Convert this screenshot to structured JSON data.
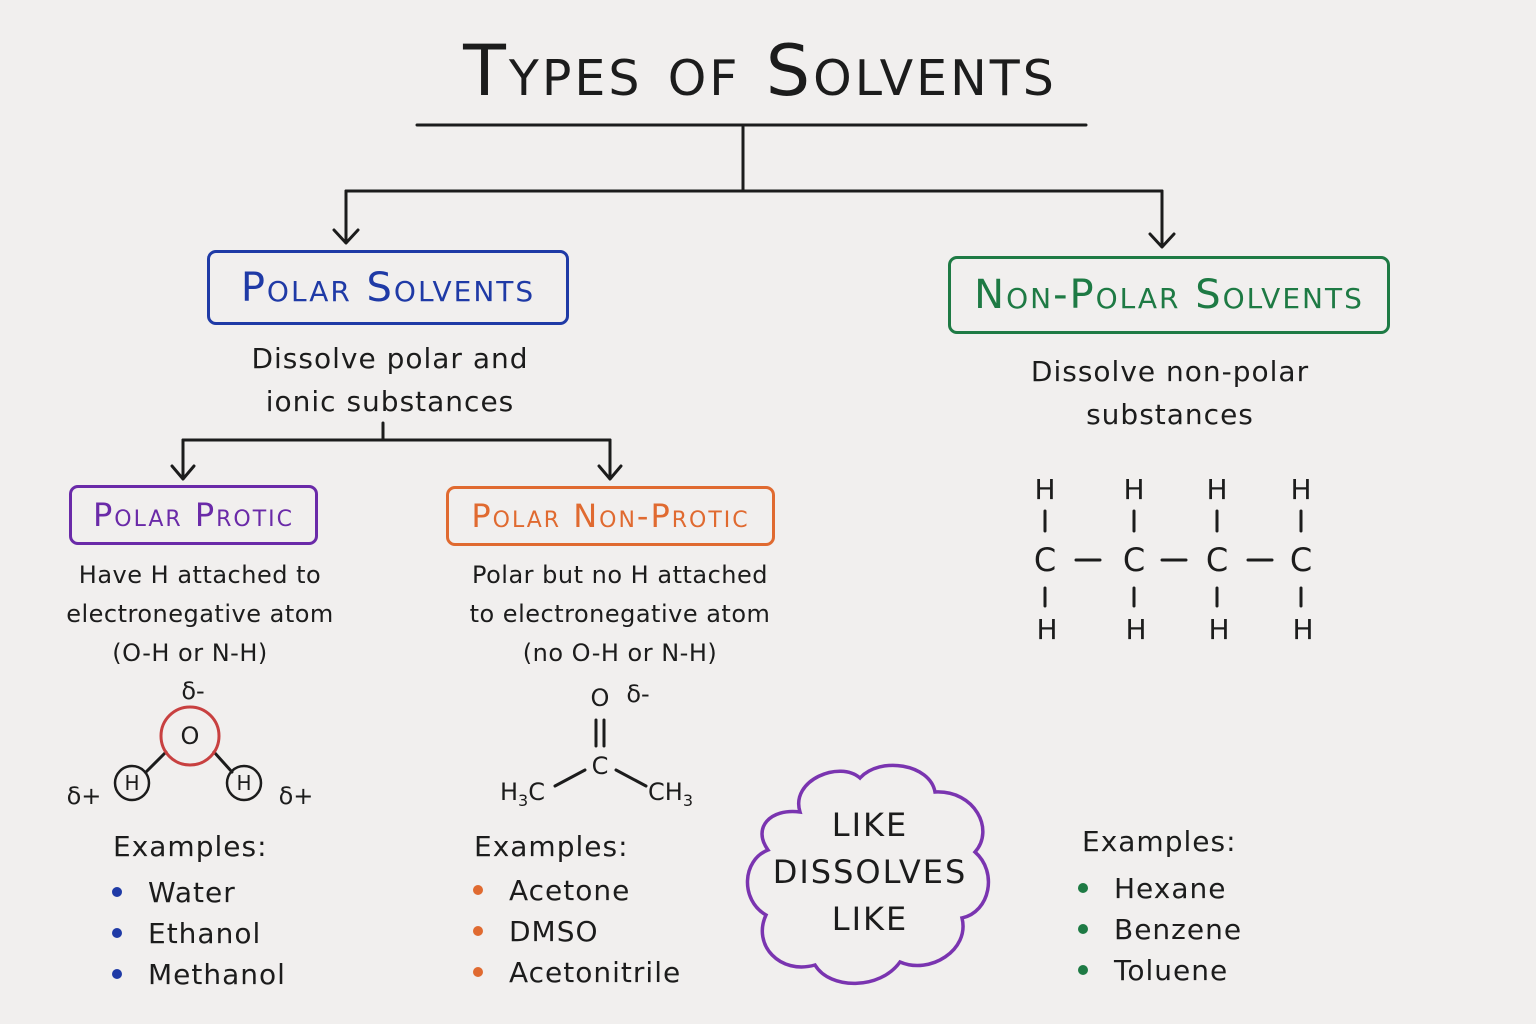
{
  "title": "Types of Solvents",
  "colors": {
    "polar": "#1f3aa6",
    "nonpolar": "#1e7a44",
    "protic": "#6a2aa8",
    "nonprotic": "#e06a30",
    "oxygen": "#c84040",
    "cloud": "#7a34b0"
  },
  "polar": {
    "label": "Polar Solvents",
    "desc_line1": "Dissolve polar and",
    "desc_line2": "ionic substances"
  },
  "nonpolar": {
    "label": "Non-Polar Solvents",
    "desc_line1": "Dissolve non-polar",
    "desc_line2": "substances",
    "structure": {
      "top": [
        "H",
        "H",
        "H",
        "H"
      ],
      "carbons": [
        "C",
        "C",
        "C",
        "C"
      ],
      "bottom": [
        "H",
        "H",
        "H",
        "H"
      ]
    },
    "examples_title": "Examples:",
    "examples": [
      "Hexane",
      "Benzene",
      "Toluene"
    ]
  },
  "protic": {
    "label": "Polar Protic",
    "desc_line1": "Have H attached to",
    "desc_line2": "electronegative atom",
    "desc_line3": "(O-H or N-H)",
    "water": {
      "delta_o": "δ-",
      "o": "O",
      "h": "H",
      "delta_h": "δ+"
    },
    "examples_title": "Examples:",
    "examples": [
      "Water",
      "Ethanol",
      "Methanol"
    ]
  },
  "nonprotic": {
    "label": "Polar Non-Protic",
    "desc_line1": "Polar but no H attached",
    "desc_line2": "to electronegative atom",
    "desc_line3": "(no O-H or N-H)",
    "acetone": {
      "o": "O",
      "delta_o": "δ-",
      "c": "C",
      "left_methyl": "H3C",
      "right_methyl": "CH3"
    },
    "examples_title": "Examples:",
    "examples": [
      "Acetone",
      "DMSO",
      "Acetonitrile"
    ]
  },
  "cloud": {
    "line1": "LIKE",
    "line2": "DISSOLVES",
    "line3": "LIKE"
  }
}
